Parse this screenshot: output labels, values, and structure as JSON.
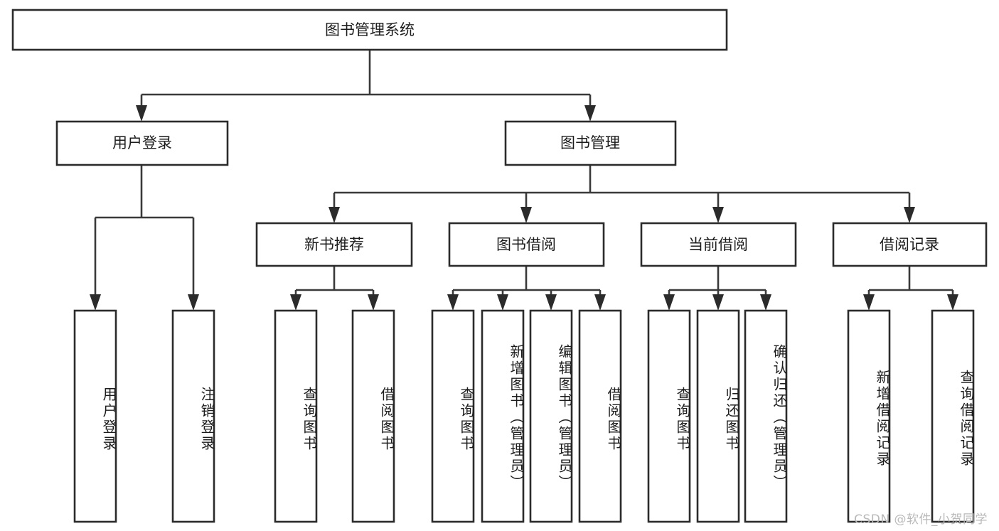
{
  "diagram": {
    "title_box": {
      "label": "图书管理系统"
    },
    "level2": [
      {
        "id": "user-login",
        "label": "用户登录"
      },
      {
        "id": "book-management",
        "label": "图书管理"
      }
    ],
    "level3": [
      {
        "id": "new-book-recommend",
        "label": "新书推荐"
      },
      {
        "id": "book-borrow",
        "label": "图书借阅"
      },
      {
        "id": "current-borrow",
        "label": "当前借阅"
      },
      {
        "id": "borrow-record",
        "label": "借阅记录"
      }
    ],
    "leaves": {
      "user_login": [
        {
          "id": "leaf-user-login",
          "label": "用户登录"
        },
        {
          "id": "leaf-logout-login",
          "label": "注销登录"
        }
      ],
      "new_book_recommend": [
        {
          "id": "leaf-query-book-1",
          "label": "查询图书"
        },
        {
          "id": "leaf-borrow-book-1",
          "label": "借阅图书"
        }
      ],
      "book_borrow": [
        {
          "id": "leaf-query-book-2",
          "label": "查询图书"
        },
        {
          "id": "leaf-add-book",
          "label": "新增图书（管理员）"
        },
        {
          "id": "leaf-edit-book",
          "label": "编辑图书（管理员）"
        },
        {
          "id": "leaf-borrow-book-2",
          "label": "借阅图书"
        }
      ],
      "current_borrow": [
        {
          "id": "leaf-query-book-3",
          "label": "查询图书"
        },
        {
          "id": "leaf-return-book",
          "label": "归还图书"
        },
        {
          "id": "leaf-confirm-return",
          "label": "确认归还（管理员）"
        }
      ],
      "borrow_record": [
        {
          "id": "leaf-add-record",
          "label": "新增借阅记录"
        },
        {
          "id": "leaf-query-record",
          "label": "查询借阅记录"
        }
      ]
    },
    "watermark": "CSDN @软件_小贺同学",
    "colors": {
      "box_stroke": "#2b2b2b",
      "connector": "#3a3a3a",
      "background": "#ffffff",
      "text": "#1c1c1c",
      "watermark": "#b9b9b9"
    }
  }
}
